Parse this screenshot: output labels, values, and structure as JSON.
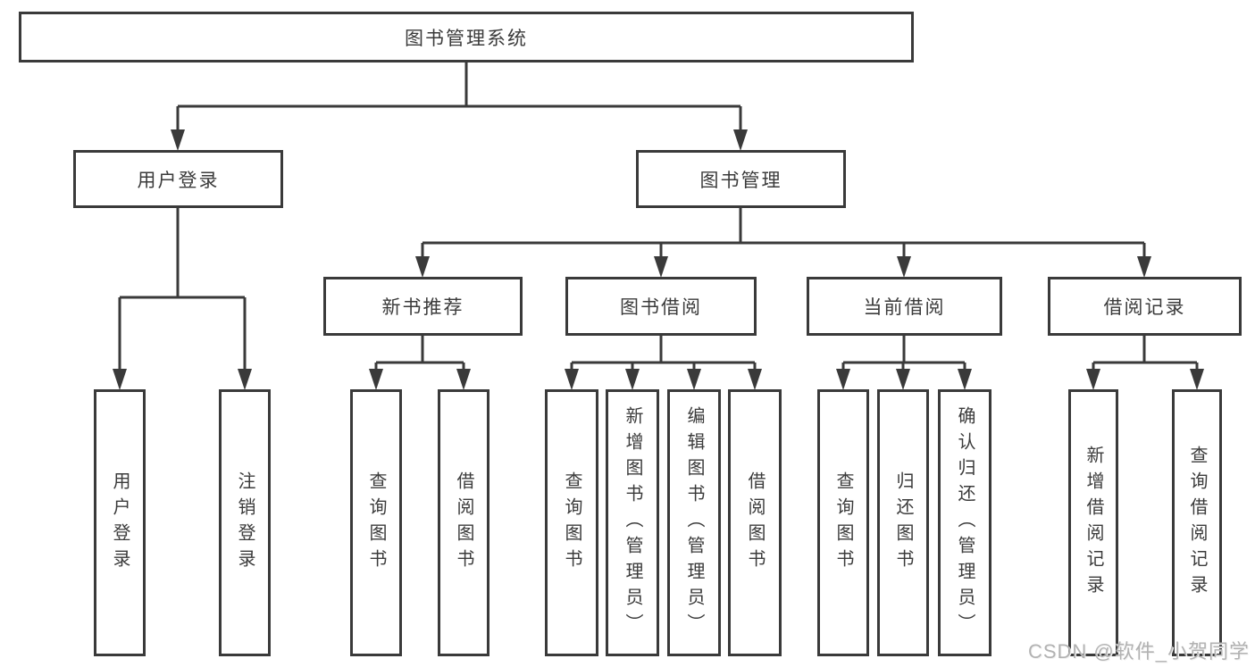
{
  "diagram_title": "图书管理系统",
  "nodes": {
    "system": "图书管理系统",
    "user_login": "用户登录",
    "book_management": "图书管理",
    "ul_user_login": "用户登录",
    "ul_logout": "注销登录",
    "new_book_rec": "新书推荐",
    "book_borrow": "图书借阅",
    "current_borrow": "当前借阅",
    "borrow_records": "借阅记录",
    "nbr_query_books": "查询图书",
    "nbr_borrow_books": "借阅图书",
    "bb_query_books": "查询图书",
    "bb_add_books": "新增图书（管理员）",
    "bb_edit_books": "编辑图书（管理员）",
    "bb_borrow_books": "借阅图书",
    "cb_query_books": "查询图书",
    "cb_return_books": "归还图书",
    "cb_confirm_return": "确认归还（管理员）",
    "br_add_record": "新增借阅记录",
    "br_query_record": "查询借阅记录"
  },
  "watermark": "CSDN @软件_小贺同学",
  "colors": {
    "line": "#3a3a3a",
    "box_border": "#3a3a3a",
    "text": "#3b3b3b",
    "background": "#ffffff",
    "watermark": "#b2b2b2"
  }
}
